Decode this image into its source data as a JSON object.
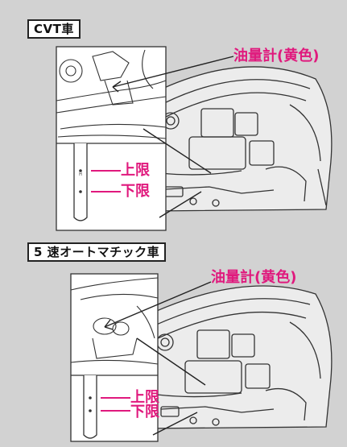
{
  "sections": [
    {
      "header": "CVT車",
      "gauge_label": "油量計(黄色)",
      "upper_label": "上限",
      "lower_label": "下限"
    },
    {
      "header": "5 速オートマチック車",
      "gauge_label": "油量計(黄色)",
      "upper_label": "上限",
      "lower_label": "下限"
    }
  ],
  "colors": {
    "background": "#d2d2d2",
    "accent": "#e0197d",
    "line": "#333333"
  }
}
